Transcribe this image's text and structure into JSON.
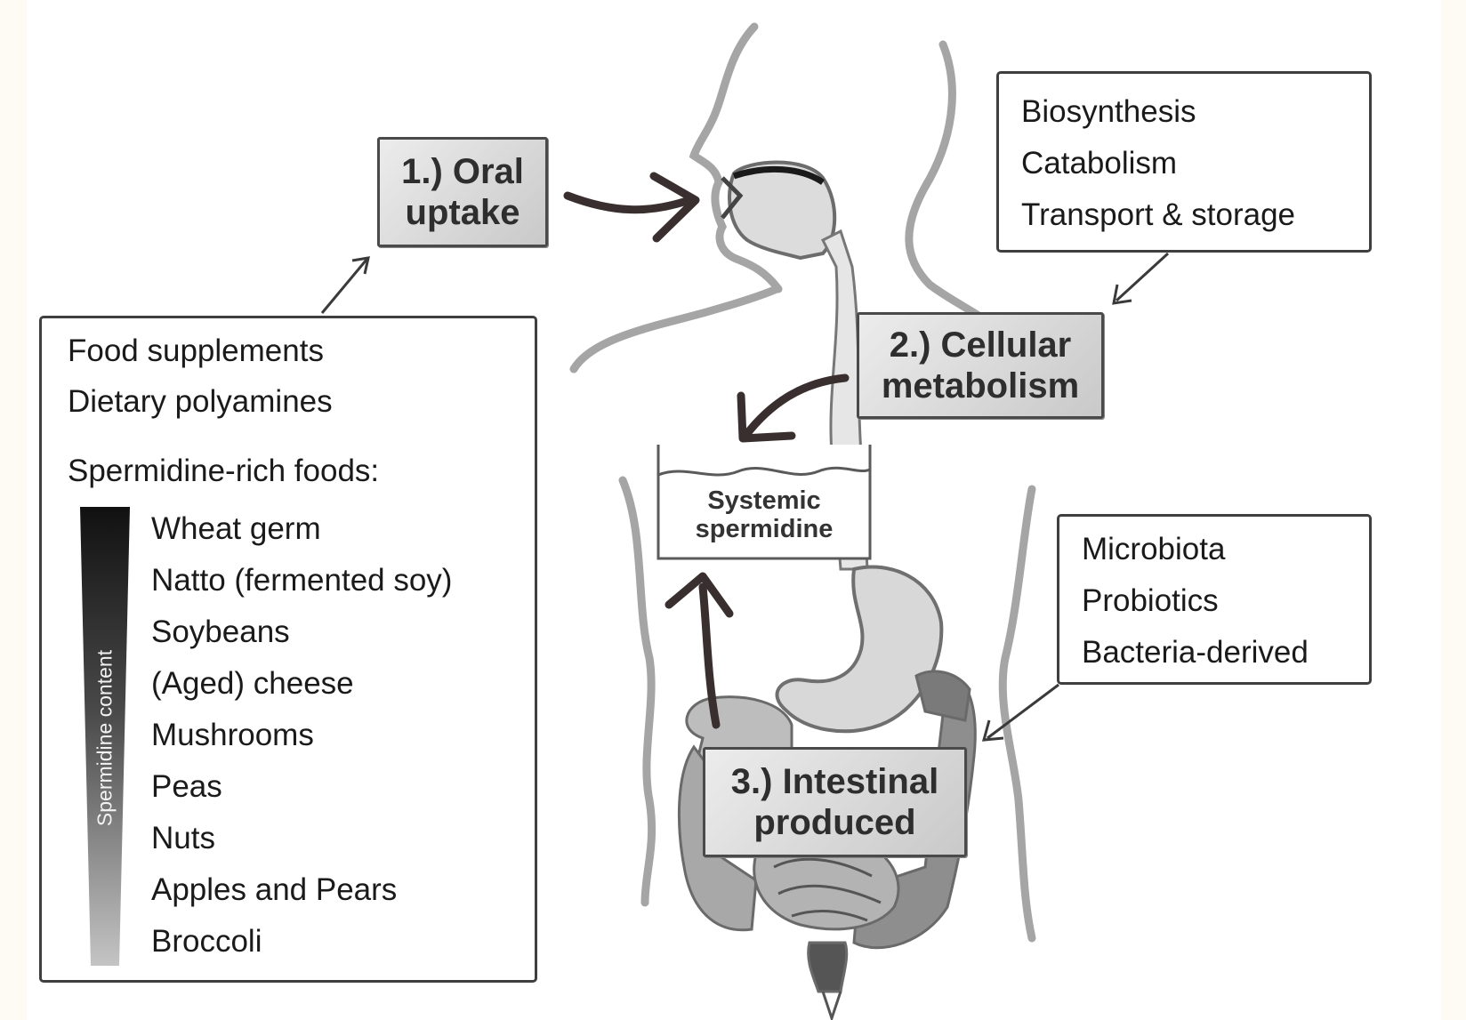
{
  "stages": {
    "oral": [
      "1.) Oral",
      "uptake"
    ],
    "cellular": [
      "2.) Cellular",
      "metabolism"
    ],
    "intestinal": [
      "3.) Intestinal",
      "produced"
    ],
    "systemic": [
      "Systemic",
      "spermidine"
    ]
  },
  "sources": {
    "items": [
      "Food supplements",
      "Dietary polyamines"
    ],
    "rich_foods_heading": "Spermidine-rich foods:",
    "gradient_label": "Spermidine content",
    "foods": [
      "Wheat germ",
      "Natto (fermented soy)",
      "Soybeans",
      "(Aged) cheese",
      "Mushrooms",
      "Peas",
      "Nuts",
      "Apples and Pears",
      "Broccoli"
    ]
  },
  "cellular_processes": [
    "Biosynthesis",
    "Catabolism",
    "Transport & storage"
  ],
  "intestinal_sources": [
    "Microbiota",
    "Probiotics",
    "Bacteria-derived"
  ],
  "colors": {
    "gradient_top": "#111111",
    "gradient_bottom": "#bdbdbd",
    "outline": "#9a9a9a",
    "arrow": "#3a2f2f"
  }
}
